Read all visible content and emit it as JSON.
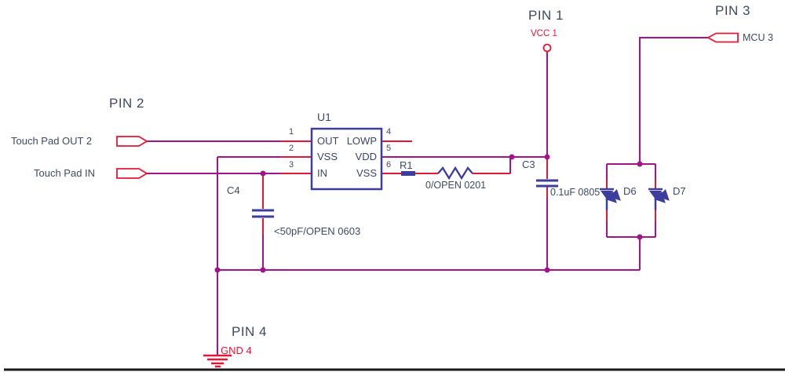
{
  "headings": {
    "pin1": "PIN 1",
    "pin2": "PIN 2",
    "pin3": "PIN 3",
    "pin4": "PIN 4"
  },
  "ports": {
    "touch_pad_out": {
      "label": "Touch Pad OUT 2"
    },
    "touch_pad_in": {
      "label": "Touch Pad IN"
    },
    "vcc": {
      "label": "VCC 1"
    },
    "mcu": {
      "label": "MCU 3"
    },
    "gnd": {
      "label": "GND 4"
    }
  },
  "ic": {
    "ref": "U1",
    "pins": [
      {
        "num": "1",
        "name": "OUT"
      },
      {
        "num": "2",
        "name": "VSS"
      },
      {
        "num": "3",
        "name": "IN"
      },
      {
        "num": "4",
        "name": "LOWP"
      },
      {
        "num": "5",
        "name": "VDD"
      },
      {
        "num": "6",
        "name": "VSS"
      }
    ]
  },
  "components": {
    "r1": {
      "ref": "R1",
      "value": "0/OPEN 0201"
    },
    "c3": {
      "ref": "C3",
      "value": "0.1uF 0805"
    },
    "c4": {
      "ref": "C4",
      "value": "<50pF/OPEN 0603"
    },
    "d6": {
      "ref": "D6"
    },
    "d7": {
      "ref": "D7"
    }
  },
  "colors": {
    "wire": "#A21489",
    "pin_stub": "#E31837",
    "component_body": "#3D3D9E",
    "dark_text": "#3E4A63",
    "red_label": "#E31837",
    "bottom_rule": "#1A1A1A"
  }
}
